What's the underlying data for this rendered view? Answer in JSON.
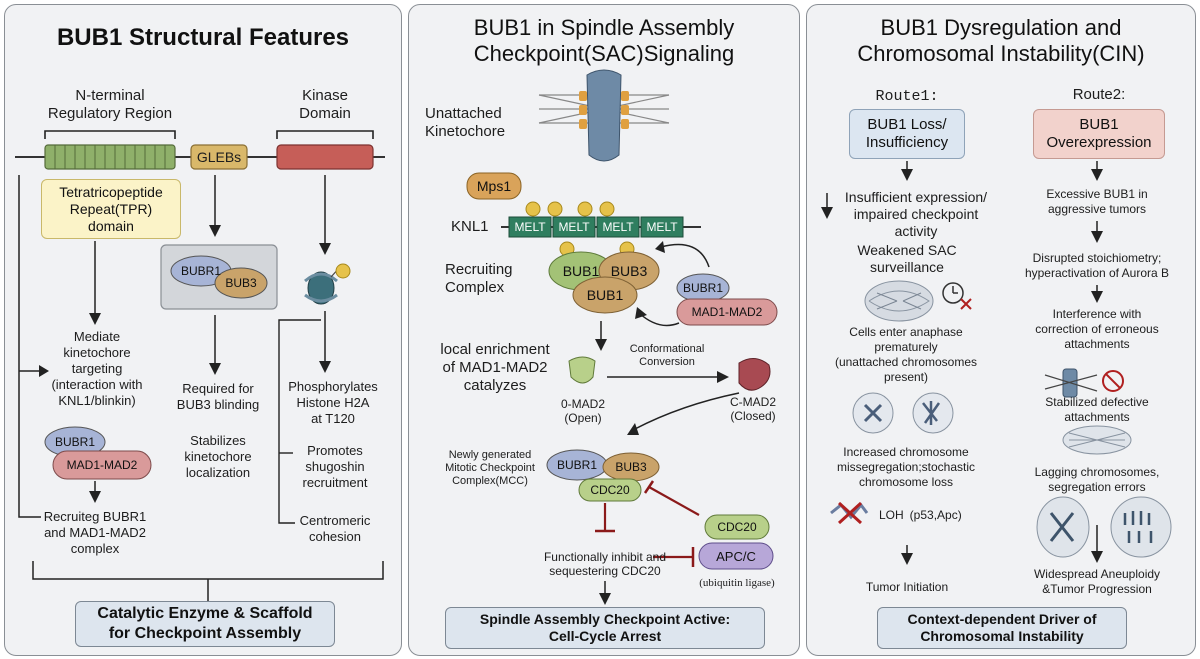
{
  "panel1": {
    "title": "BUB1 Structural Features",
    "n_terminal": "N-terminal\nRegulatory Region",
    "kinase_domain": "Kinase\nDomain",
    "glebs": "GLEBs",
    "tpr_box": "Tetratricopeptide\nRepeat(TPR)\ndomain",
    "mediate": "Mediate\nkinetochore\ntargeting\n(interaction with\nKNL1/blinkin)",
    "bubr1": "BUBR1",
    "mad1_mad2": "MAD1-MAD2",
    "recruit": "Recruiteg BUBR1\nand MAD1-MAD2\ncomplex",
    "bub3": "BUB3",
    "required": "Required for\nBUB3 blinding",
    "stabilizes": "Stabilizes\nkinetochore\nlocalization",
    "phospho": "Phosphorylates\nHistone H2A\nat T120",
    "shugoshin": "Promotes\nshugoshin\nrecruitment",
    "cohesion": "Centromeric\ncohesion",
    "footer": "Catalytic Enzyme & Scaffold\nfor Checkpoint Assembly"
  },
  "panel2": {
    "title": "BUB1 in Spindle Assembly\nCheckpoint(SAC)Signaling",
    "unattached": "Unattached\nKinetochore",
    "mps1": "Mps1",
    "knl1": "KNL1",
    "melt": [
      "MELT",
      "MELT",
      "MELT",
      "MELT"
    ],
    "recruiting": "Recruiting\nComplex",
    "bub1": "BUB1",
    "bub3": "BUB3",
    "bubr1": "BUBR1",
    "mad1_mad2": "MAD1-MAD2",
    "local": "local enrichment\nof MAD1-MAD2\ncatalyzes",
    "conformational": "Conformational\nConversion",
    "omad2": "0-MAD2\n(Open)",
    "cmad2": "C-MAD2\n(Closed)",
    "newly": "Newly generated\nMitotic Checkpoint\nComplex(MCC)",
    "cdc20": "CDC20",
    "apcc": "APC/C",
    "ubiquitin": "(ubiquitin ligase)",
    "functionally": "Functionally inhibit and\nsequestering CDC20",
    "footer": "Spindle Assembly Checkpoint Active:\nCell-Cycle Arrest"
  },
  "panel3": {
    "title": "BUB1 Dysregulation and\nChromosomal Instability(CIN)",
    "route1": "Route1:",
    "route2": "Route2:",
    "loss": "BUB1 Loss/\nInsufficiency",
    "overexp": "BUB1\nOverexpression",
    "insufficient": "Insufficient expression/\nimpaired checkpoint\nactivity",
    "weakened": "Weakened SAC\nsurveillance",
    "anaphase": "Cells enter anaphase\nprematurely\n(unattached chromosomes\npresent)",
    "increased": "Increased chromosome\nmissegregation;stochastic\nchromosome loss",
    "loh": "LOH (p53,Apc)",
    "initiation": "Tumor Initiation",
    "excessive": "Excessive BUB1 in\naggressive tumors",
    "disrupted": "Disrupted stoichiometry;\nhyperactivation of Aurora B",
    "interference": "Interference with\ncorrection of erroneous\nattachments",
    "stabilized": "Stabilized defective\nattachments",
    "lagging": "Lagging chromosomes,\nsegregation errors",
    "widespread": "Widespread Aneuploidy\n&Tumor Progression",
    "footer": "Context-dependent Driver of\nChromosomal Instability"
  },
  "colors": {
    "tpr_green": "#8fb06a",
    "glebs_tan": "#d9b86a",
    "kinase_red": "#c65e58",
    "bubr1_blue": "#a7b4d6",
    "bub3_tan": "#c9a36a",
    "mad_pink": "#d99a9a",
    "bub1_green": "#a3c276",
    "route1_blue": "#dce6f1",
    "route2_pink": "#f2d2cc",
    "footer_blue": "#dde5ee",
    "inhibit_red": "#8b1a1a"
  }
}
